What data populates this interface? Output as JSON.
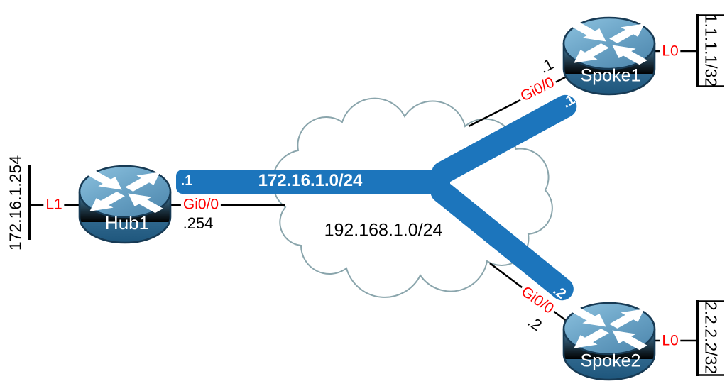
{
  "overlay": {
    "network": "172.16.1.0/24",
    "hub_ip": ".1",
    "spoke1_ip": ".1",
    "spoke2_ip": ".2"
  },
  "underlay": {
    "network": "192.168.1.0/24",
    "hub_ip": ".254",
    "spoke1_ip": ".1",
    "spoke2_ip": ".2"
  },
  "hub": {
    "name": "Hub1",
    "wan_interface": "Gi0/0",
    "loopback_interface": "L1",
    "loopback_ip": "172.16.1.254"
  },
  "spoke1": {
    "name": "Spoke1",
    "wan_interface": "Gi0/0",
    "loopback_interface": "L0",
    "loopback_ip": "1.1.1.1/32"
  },
  "spoke2": {
    "name": "Spoke2",
    "wan_interface": "Gi0/0",
    "loopback_interface": "L0",
    "loopback_ip": "2.2.2.2/32"
  },
  "colors": {
    "overlay_band": "#1C75BC",
    "interface_label": "#FF0000",
    "cloud_outline": "#8AA5AC",
    "link_line": "#000000",
    "router_top_light": "#8EC3E0",
    "router_top_dark": "#4F88AE",
    "router_body_light": "#4A86AD",
    "router_body_dark": "#1E567C",
    "router_outline": "#173A54",
    "label_text": "#000000",
    "band_text": "#FFFFFF"
  }
}
